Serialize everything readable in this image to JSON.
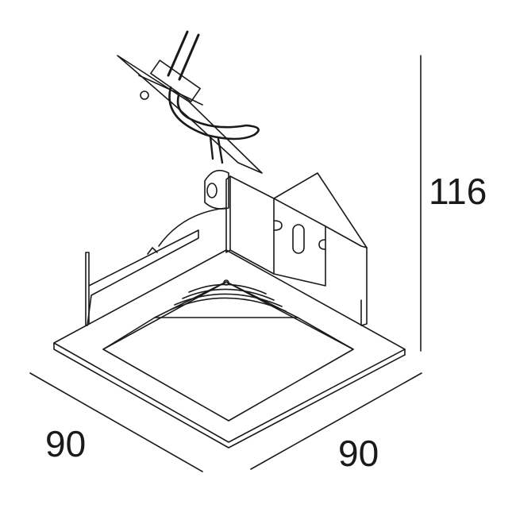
{
  "dimensions": {
    "height": "116",
    "width": "90",
    "depth": "90"
  },
  "colors": {
    "line": "#1a1a1a",
    "background": "#ffffff"
  }
}
